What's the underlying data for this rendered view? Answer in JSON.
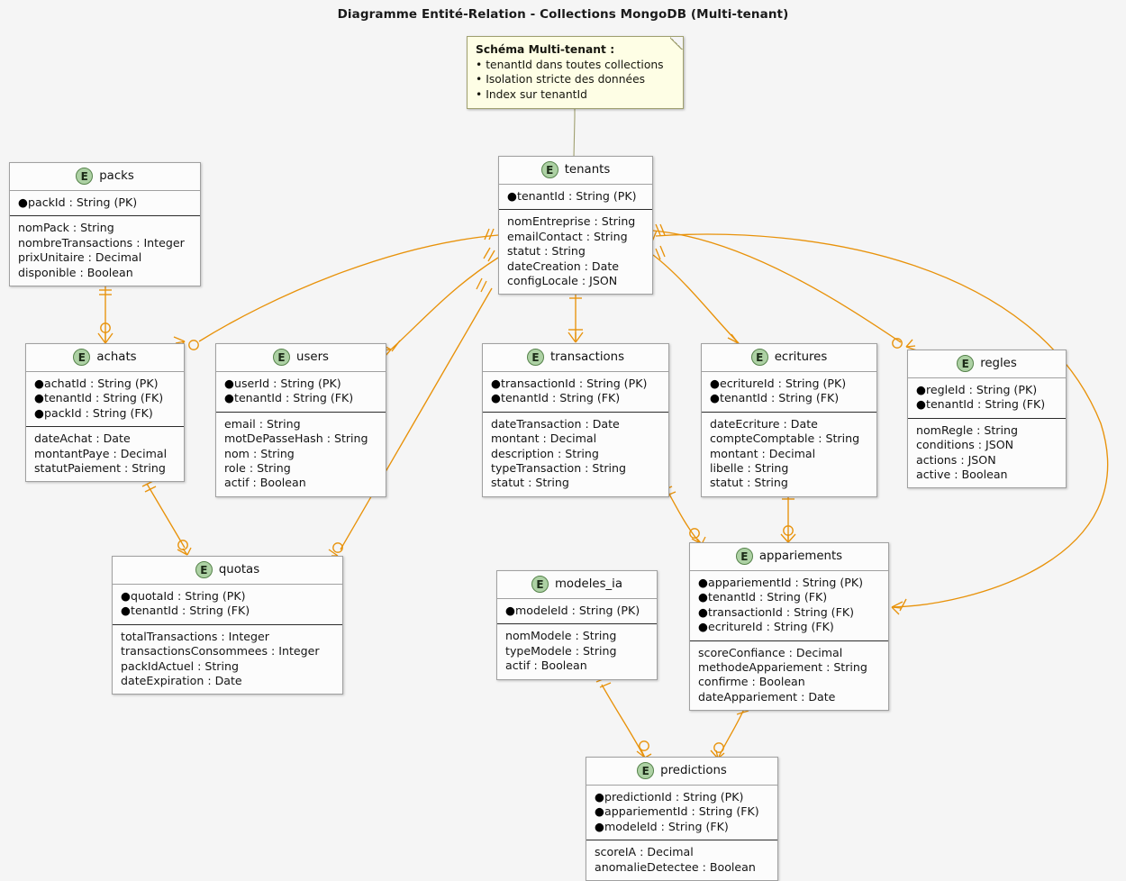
{
  "title": "Diagramme Entité-Relation - Collections MongoDB (Multi-tenant)",
  "colors": {
    "background": "#F5F5F5",
    "entity_fill": "#FCFCFC",
    "entity_border": "#A0A0A0",
    "entity_icon_fill": "#ADD1A4",
    "entity_icon_border": "#55824A",
    "note_fill": "#FEFEE5",
    "note_border": "#A0A070",
    "relation_line": "#E8920A"
  },
  "note": {
    "title": "Schéma Multi-tenant :",
    "bullets": [
      "tenantId dans toutes collections",
      "Isolation stricte des données",
      "Index sur tenantId"
    ],
    "bullet_glyph": "•"
  },
  "entity_icon_letter": "E",
  "entities": [
    {
      "id": "packs",
      "name": "packs",
      "keys": [
        "packId : String (PK)"
      ],
      "attrs": [
        "nomPack : String",
        "nombreTransactions : Integer",
        "prixUnitaire : Decimal",
        "disponible : Boolean"
      ]
    },
    {
      "id": "tenants",
      "name": "tenants",
      "keys": [
        "tenantId : String (PK)"
      ],
      "attrs": [
        "nomEntreprise : String",
        "emailContact : String",
        "statut : String",
        "dateCreation : Date",
        "configLocale : JSON"
      ]
    },
    {
      "id": "achats",
      "name": "achats",
      "keys": [
        "achatId : String (PK)",
        "tenantId : String (FK)",
        "packId : String (FK)"
      ],
      "attrs": [
        "dateAchat : Date",
        "montantPaye : Decimal",
        "statutPaiement : String"
      ]
    },
    {
      "id": "users",
      "name": "users",
      "keys": [
        "userId : String (PK)",
        "tenantId : String (FK)"
      ],
      "attrs": [
        "email : String",
        "motDePasseHash : String",
        "nom : String",
        "role : String",
        "actif : Boolean"
      ]
    },
    {
      "id": "transactions",
      "name": "transactions",
      "keys": [
        "transactionId : String (PK)",
        "tenantId : String (FK)"
      ],
      "attrs": [
        "dateTransaction : Date",
        "montant : Decimal",
        "description : String",
        "typeTransaction : String",
        "statut : String"
      ]
    },
    {
      "id": "ecritures",
      "name": "ecritures",
      "keys": [
        "ecritureId : String (PK)",
        "tenantId : String (FK)"
      ],
      "attrs": [
        "dateEcriture : Date",
        "compteComptable : String",
        "montant : Decimal",
        "libelle : String",
        "statut : String"
      ]
    },
    {
      "id": "regles",
      "name": "regles",
      "keys": [
        "regleId : String (PK)",
        "tenantId : String (FK)"
      ],
      "attrs": [
        "nomRegle : String",
        "conditions : JSON",
        "actions : JSON",
        "active : Boolean"
      ]
    },
    {
      "id": "quotas",
      "name": "quotas",
      "keys": [
        "quotaId : String (PK)",
        "tenantId : String (FK)"
      ],
      "attrs": [
        "totalTransactions : Integer",
        "transactionsConsommees : Integer",
        "packIdActuel : String",
        "dateExpiration : Date"
      ]
    },
    {
      "id": "modeles_ia",
      "name": "modeles_ia",
      "keys": [
        "modeleId : String (PK)"
      ],
      "attrs": [
        "nomModele : String",
        "typeModele : String",
        "actif : Boolean"
      ]
    },
    {
      "id": "appariements",
      "name": "appariements",
      "keys": [
        "appariementId : String (PK)",
        "tenantId : String (FK)",
        "transactionId : String (FK)",
        "ecritureId : String (FK)"
      ],
      "attrs": [
        "scoreConfiance : Decimal",
        "methodeAppariement : String",
        "confirme : Boolean",
        "dateAppariement : Date"
      ]
    },
    {
      "id": "predictions",
      "name": "predictions",
      "keys": [
        "predictionId : String (PK)",
        "appariementId : String (FK)",
        "modeleId : String (FK)"
      ],
      "attrs": [
        "scoreIA : Decimal",
        "anomalieDetectee : Boolean"
      ]
    }
  ],
  "relationships": [
    {
      "from": "packs",
      "to": "achats",
      "from_card": "one-one",
      "to_card": "zero-many"
    },
    {
      "from": "tenants",
      "to": "achats",
      "from_card": "one-one",
      "to_card": "zero-many"
    },
    {
      "from": "tenants",
      "to": "users",
      "from_card": "one-one",
      "to_card": "one-many"
    },
    {
      "from": "tenants",
      "to": "quotas",
      "from_card": "one-one",
      "to_card": "zero-many"
    },
    {
      "from": "tenants",
      "to": "transactions",
      "from_card": "one-one",
      "to_card": "one-many"
    },
    {
      "from": "tenants",
      "to": "ecritures",
      "from_card": "one-one",
      "to_card": "one-many"
    },
    {
      "from": "tenants",
      "to": "regles",
      "from_card": "one-one",
      "to_card": "zero-many"
    },
    {
      "from": "tenants",
      "to": "appariements",
      "from_card": "one-one",
      "to_card": "one-many"
    },
    {
      "from": "achats",
      "to": "quotas",
      "from_card": "one-one",
      "to_card": "zero-many"
    },
    {
      "from": "transactions",
      "to": "appariements",
      "from_card": "one-one",
      "to_card": "zero-many"
    },
    {
      "from": "ecritures",
      "to": "appariements",
      "from_card": "one-one",
      "to_card": "zero-many"
    },
    {
      "from": "appariements",
      "to": "predictions",
      "from_card": "one-one",
      "to_card": "zero-many"
    },
    {
      "from": "modeles_ia",
      "to": "predictions",
      "from_card": "one-one",
      "to_card": "zero-many"
    }
  ]
}
